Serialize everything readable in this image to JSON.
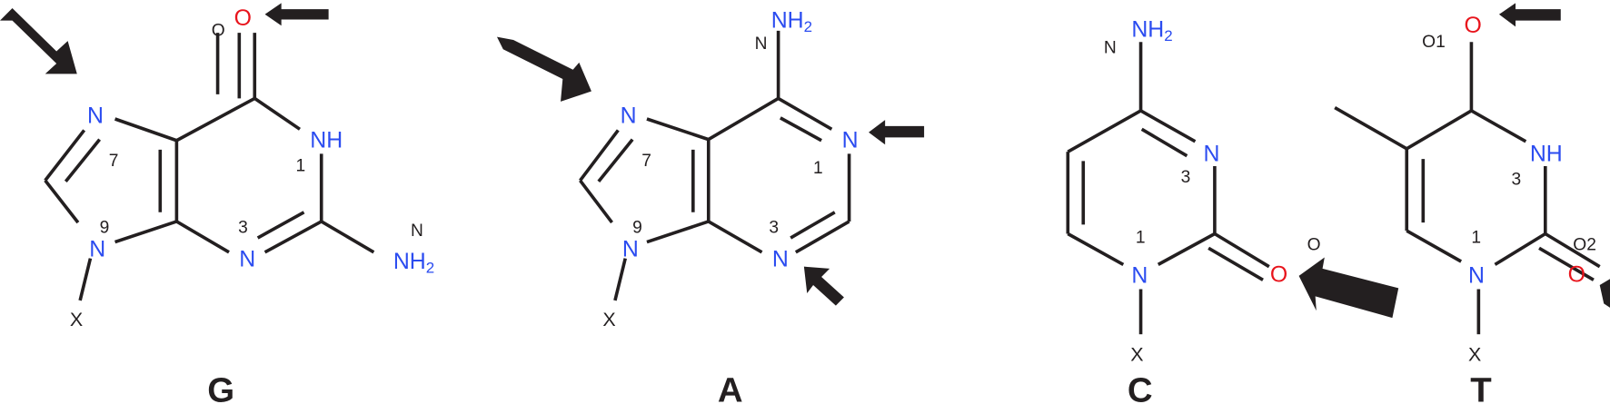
{
  "figure": {
    "bases": [
      {
        "name": "G",
        "atoms": {
          "o_red": "O",
          "o_label": "O",
          "n7": "N",
          "nh1": "NH",
          "n9": "N",
          "n3": "N",
          "nh2": "NH",
          "nh2_sub": "2",
          "n_label": "N",
          "x": "X"
        },
        "ring_numbers": {
          "n7": "7",
          "n1": "1",
          "n9": "9",
          "n3": "3"
        }
      },
      {
        "name": "A",
        "atoms": {
          "nh2": "NH",
          "nh2_sub": "2",
          "n_label": "N",
          "n7": "N",
          "n1": "N",
          "n9": "N",
          "n3": "N",
          "x": "X"
        },
        "ring_numbers": {
          "n7": "7",
          "n1": "1",
          "n9": "9",
          "n3": "3"
        }
      },
      {
        "name": "C",
        "atoms": {
          "nh2": "NH",
          "nh2_sub": "2",
          "n_label": "N",
          "n3": "N",
          "n1": "N",
          "o_red": "O",
          "o_label": "O",
          "x": "X"
        },
        "ring_numbers": {
          "n3": "3",
          "n1": "1"
        }
      },
      {
        "name": "T",
        "atoms": {
          "o1_red": "O",
          "o1_label": "O1",
          "nh3": "NH",
          "n1": "N",
          "o2_red": "O",
          "o2_label": "O2",
          "x": "X"
        },
        "ring_numbers": {
          "n3": "3",
          "n1": "1"
        }
      }
    ],
    "colors": {
      "nitrogen": "#2b4cf0",
      "oxygen": "#e8141c",
      "bond": "#231f20",
      "arrow": "#231f20"
    }
  }
}
